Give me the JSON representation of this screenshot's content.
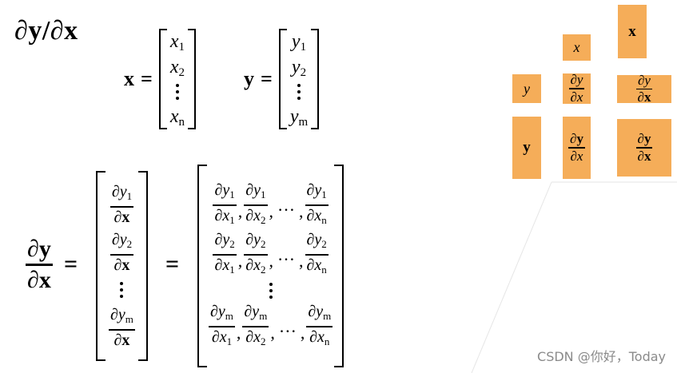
{
  "title": {
    "partial": "∂",
    "y": "y",
    "slash": "/",
    "x": "x"
  },
  "vector_x": {
    "lhs": "x",
    "eq": "=",
    "entries": [
      "x",
      "x",
      "x"
    ],
    "subs": [
      "1",
      "2",
      "n"
    ]
  },
  "vector_y": {
    "lhs": "y",
    "eq": "=",
    "entries": [
      "y",
      "y",
      "y"
    ],
    "subs": [
      "1",
      "2",
      "m"
    ]
  },
  "jacobian": {
    "partial": "∂",
    "lhs_num": "y",
    "lhs_den": "x",
    "eq": "=",
    "mid_subs": [
      "1",
      "2",
      "m"
    ],
    "row_subs": [
      "1",
      "2",
      "m"
    ],
    "col_subs": [
      "1",
      "2",
      "n"
    ],
    "comma": ",",
    "ellipsis": "…"
  },
  "grid": {
    "col_x": "x",
    "col_X": "x",
    "row_y": "y",
    "row_Y": "y",
    "partial": "∂"
  },
  "watermark": "CSDN @你好，Today"
}
